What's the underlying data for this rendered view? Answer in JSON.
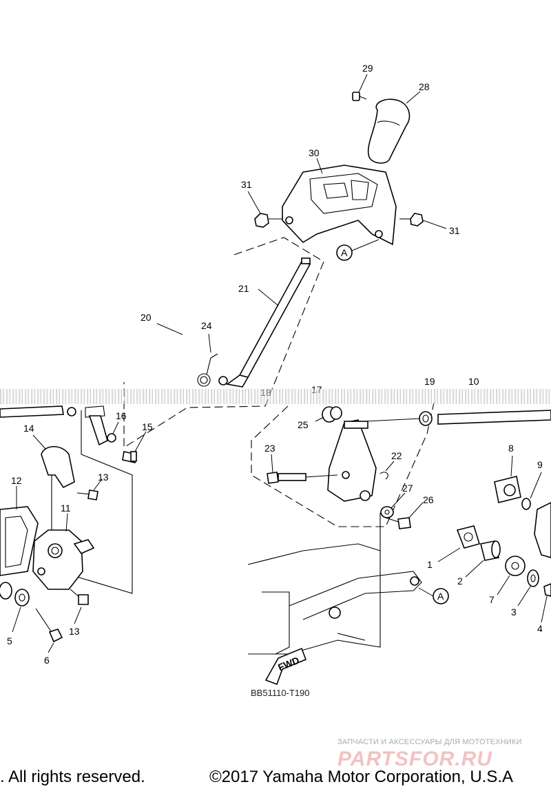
{
  "diagram": {
    "code": "BB51110-T190",
    "callouts": {
      "c29": "29",
      "c28": "28",
      "c30": "30",
      "c31a": "31",
      "c31b": "31",
      "cA1": "A",
      "c21": "21",
      "c20": "20",
      "c24": "24",
      "c18": "18",
      "c17": "17",
      "c19": "19",
      "c10": "10",
      "c16": "16",
      "c15": "15",
      "c14": "14",
      "c25": "25",
      "c23": "23",
      "c22": "22",
      "c8": "8",
      "c9": "9",
      "c12": "12",
      "c13a": "13",
      "c27": "27",
      "c26": "26",
      "c11": "11",
      "c1": "1",
      "c2": "2",
      "c7": "7",
      "c3": "3",
      "c4": "4",
      "c5": "5",
      "c6": "6",
      "c13b": "13",
      "cA2": "A"
    },
    "fwd_label": "FWD"
  },
  "watermark": {
    "tagline": "ЗАПЧАСТИ И АКСЕССУАРЫ ДЛЯ МОТОТЕХНИКИ",
    "logo": "PARTSFOR.RU"
  },
  "footer": {
    "rights": ". All rights reserved.",
    "copyright": "©2017 Yamaha Motor Corporation, U.S.A"
  }
}
